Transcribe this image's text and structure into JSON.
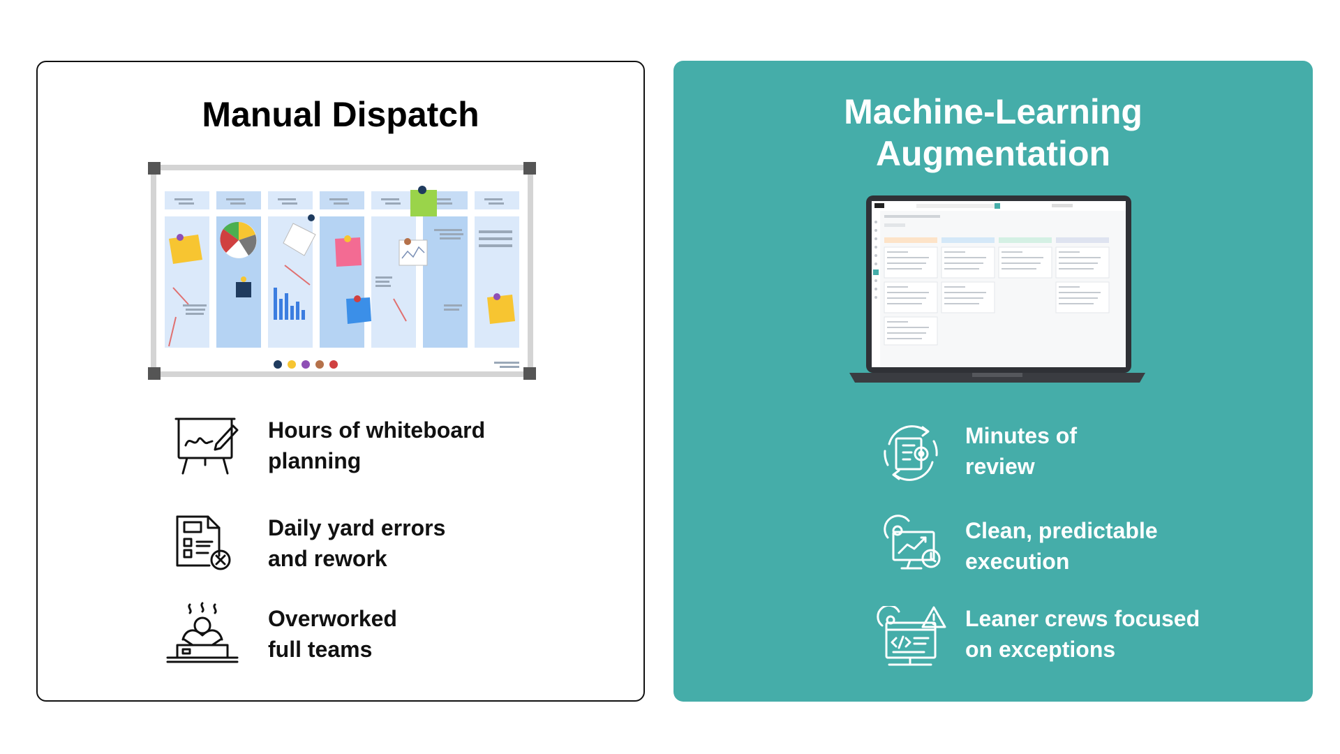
{
  "left_panel": {
    "title": "Manual Dispatch",
    "features": [
      {
        "icon": "whiteboard-presentation-icon",
        "lines": [
          "Hours of whiteboard",
          "planning"
        ]
      },
      {
        "icon": "error-document-icon",
        "lines": [
          "Daily yard errors",
          "and rework"
        ]
      },
      {
        "icon": "stressed-worker-icon",
        "lines": [
          "Overworked",
          "full teams"
        ]
      }
    ]
  },
  "right_panel": {
    "title_lines": [
      "Machine-Learning",
      "Augmentation"
    ],
    "features": [
      {
        "icon": "review-cycle-icon",
        "lines": [
          "Minutes of",
          "review"
        ]
      },
      {
        "icon": "monitor-analytics-icon",
        "lines": [
          "Clean, predictable",
          "execution"
        ]
      },
      {
        "icon": "code-alert-icon",
        "lines": [
          "Leaner crews focused",
          "on exceptions"
        ]
      }
    ]
  },
  "colors": {
    "accent_teal": "#45ADA9",
    "text_dark": "#111111",
    "text_light": "#FFFFFF"
  }
}
